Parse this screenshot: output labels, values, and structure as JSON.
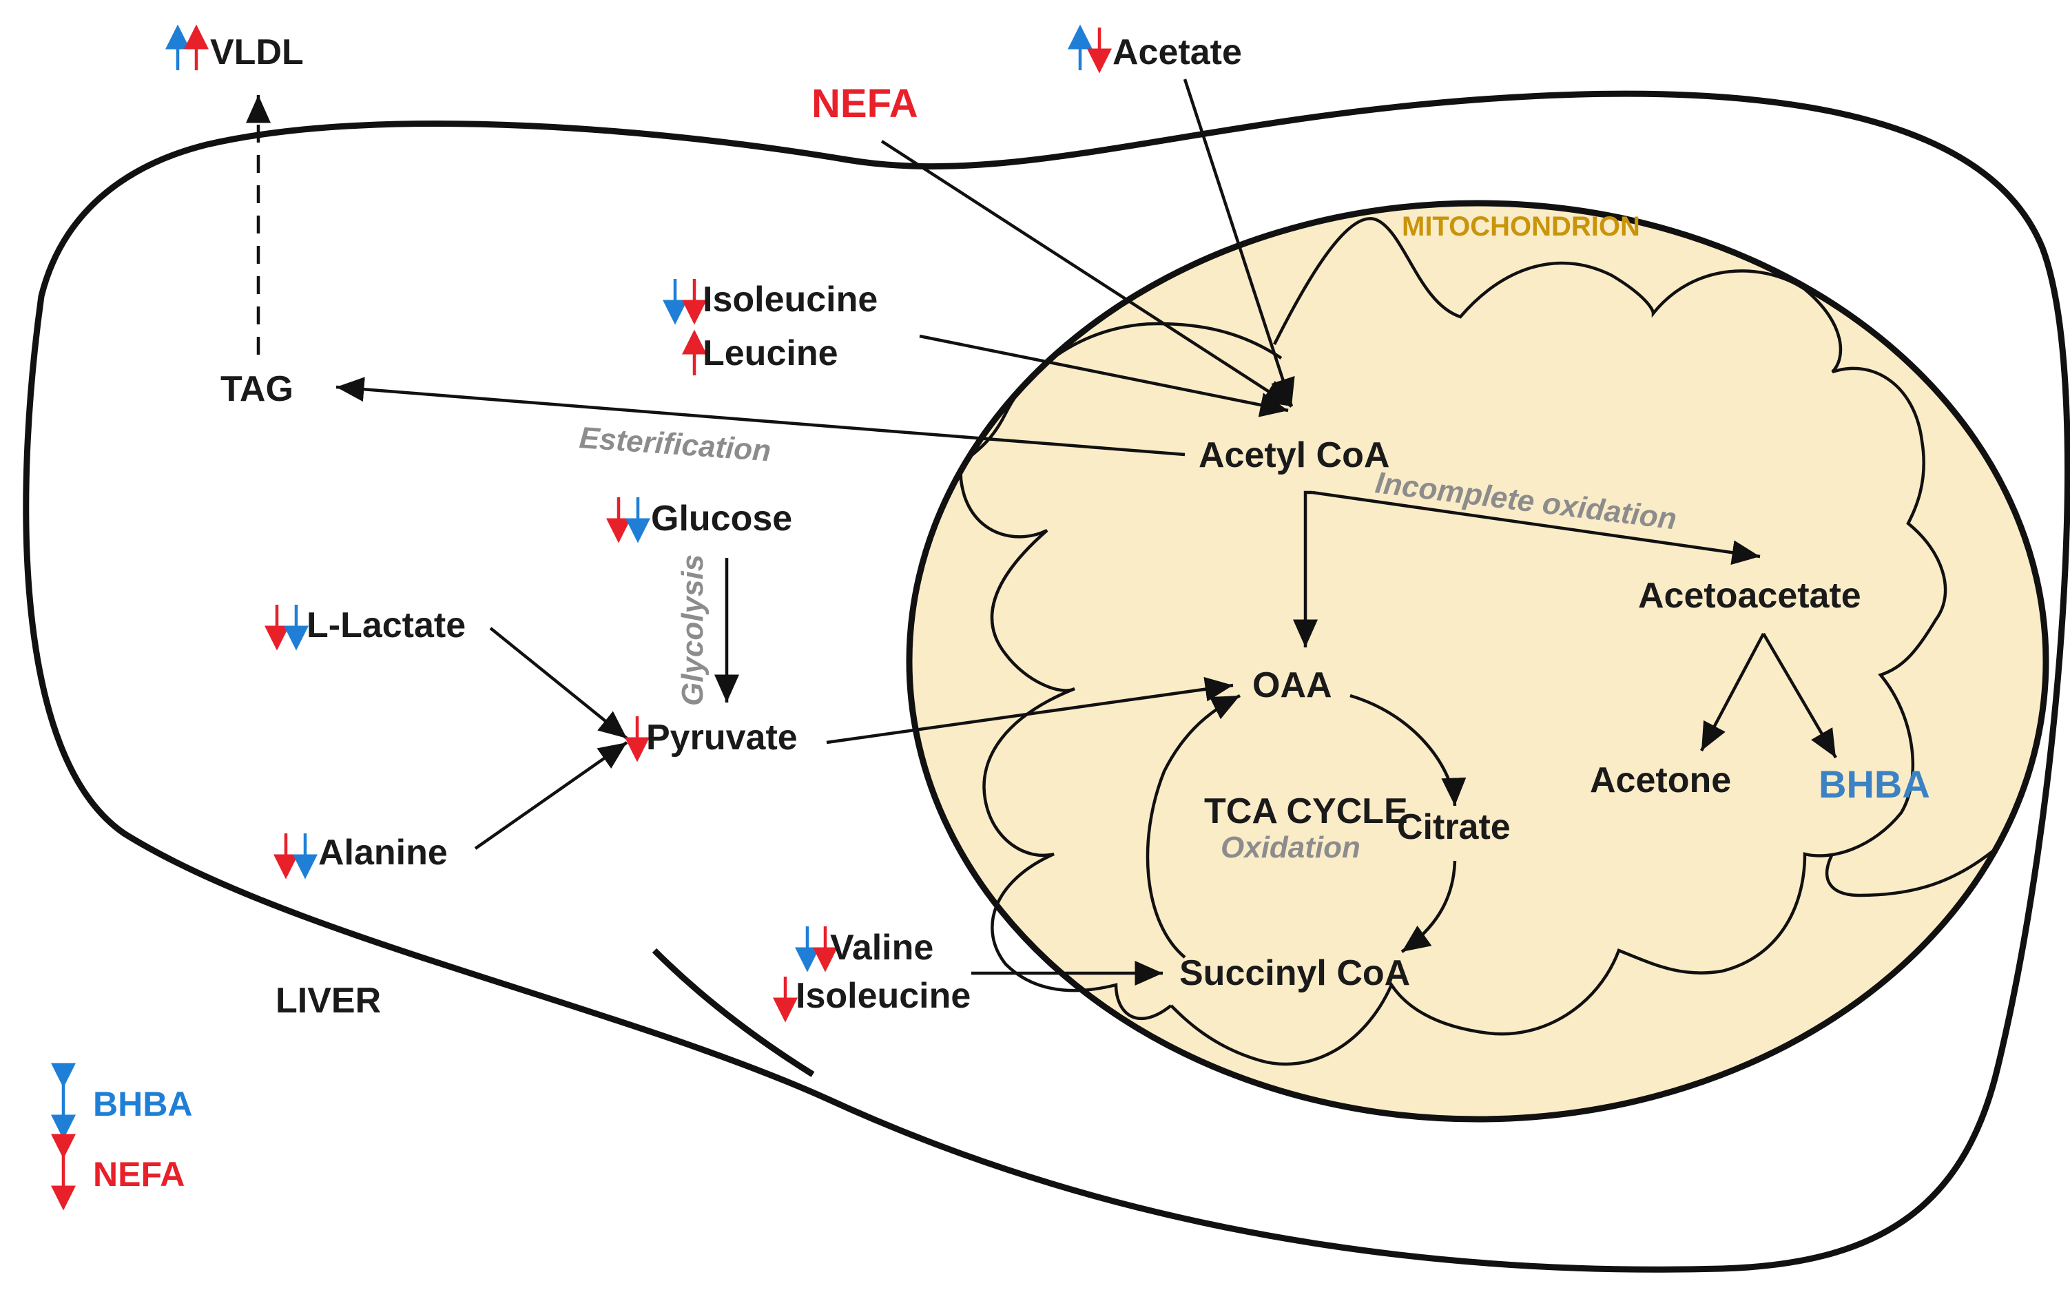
{
  "colors": {
    "up_blue": "#1f7fd6",
    "down_red": "#e8202a",
    "nefa_red": "#e8202a",
    "bhba_blue": "#3b82c4",
    "mito_fill": "#fbecc8",
    "mito_label": "#c8940a",
    "process_gray": "#8c8c8c"
  },
  "diagram": {
    "compartments": {
      "liver": "LIVER",
      "mitochondrion": "MITOCHONDRION"
    },
    "metabolites": {
      "vldl": "VLDL",
      "acetate": "Acetate",
      "nefa": "NEFA",
      "tag": "TAG",
      "isoleucine_top": "Isoleucine",
      "leucine": "Leucine",
      "acetyl_coa": "Acetyl CoA",
      "glucose": "Glucose",
      "l_lactate": "L-Lactate",
      "pyruvate": "Pyruvate",
      "alanine": "Alanine",
      "oaa": "OAA",
      "tca_cycle": "TCA CYCLE",
      "citrate": "Citrate",
      "succinyl_coa": "Succinyl CoA",
      "acetoacetate": "Acetoacetate",
      "acetone": "Acetone",
      "bhba": "BHBA",
      "valine": "Valine",
      "isoleucine_bottom": "Isoleucine"
    },
    "processes": {
      "esterification": "Esterification",
      "incomplete_oxidation": "Incomplete oxidation",
      "glycolysis": "Glycolysis",
      "oxidation": "Oxidation"
    },
    "legend": [
      {
        "label": "BHBA",
        "color": "#3b82c4",
        "arrow_color": "#1f7fd6",
        "icon": "up-down-arrow-icon"
      },
      {
        "label": "NEFA",
        "color": "#e8202a",
        "arrow_color": "#e8202a",
        "icon": "up-down-arrow-icon"
      }
    ]
  }
}
